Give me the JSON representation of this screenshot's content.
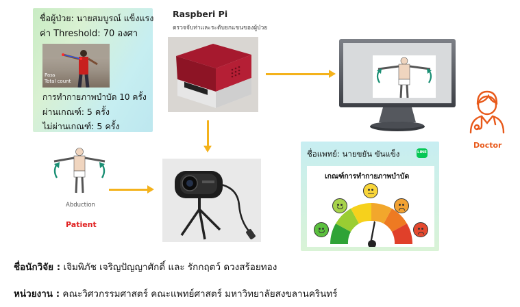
{
  "patient_card": {
    "name_line": "ชื่อผู้ป่วย: นายสมบูรณ์ แข็งแรง",
    "threshold_line": "ค่า Threshold: 70 องศา",
    "sessions_line": "การทำกายภาพบำบัด 10 ครั้ง",
    "passed_line": "ผ่านเกณฑ์: 5 ครั้ง",
    "failed_line": "ไม่ผ่านเกณฑ์: 5 ครั้ง",
    "photo_pass_label": "Pass",
    "photo_total_label": "Total count"
  },
  "raspberry": {
    "title": "Raspberi Pi",
    "subtitle": "ตรวจจับท่าและระดับยกแขนของผู้ป่วย"
  },
  "doctor": {
    "label": "Doctor"
  },
  "patient": {
    "abduction_label": "Abduction",
    "label": "Patient"
  },
  "doctor_card": {
    "name_line": "ชื่อแพทย์: นายขยัน ขันแข็ง",
    "criteria_title": "เกณฑ์การทำกายภาพบำบัด",
    "line_icon_text": "LINE"
  },
  "footer": {
    "researcher_label": "ชื่อนักวิจัย :",
    "researcher_value": "เจิมพิภัช เจริญปัญญาศักดิ์ และ รักกฤตว์ ดวงสร้อยทอง",
    "agency_label": "หน่วยงาน :",
    "agency_value": "คณะวิศวกรรมศาสตร์ คณะแพทย์ศาสตร์ มหาวิทยาลัยสงขลานครินทร์"
  },
  "colors": {
    "arrow": "#f4b21b",
    "doctor_orange": "#e8591a",
    "patient_red": "#e02020",
    "teal_arrow": "#1a8f74",
    "line_green": "#06c755"
  }
}
